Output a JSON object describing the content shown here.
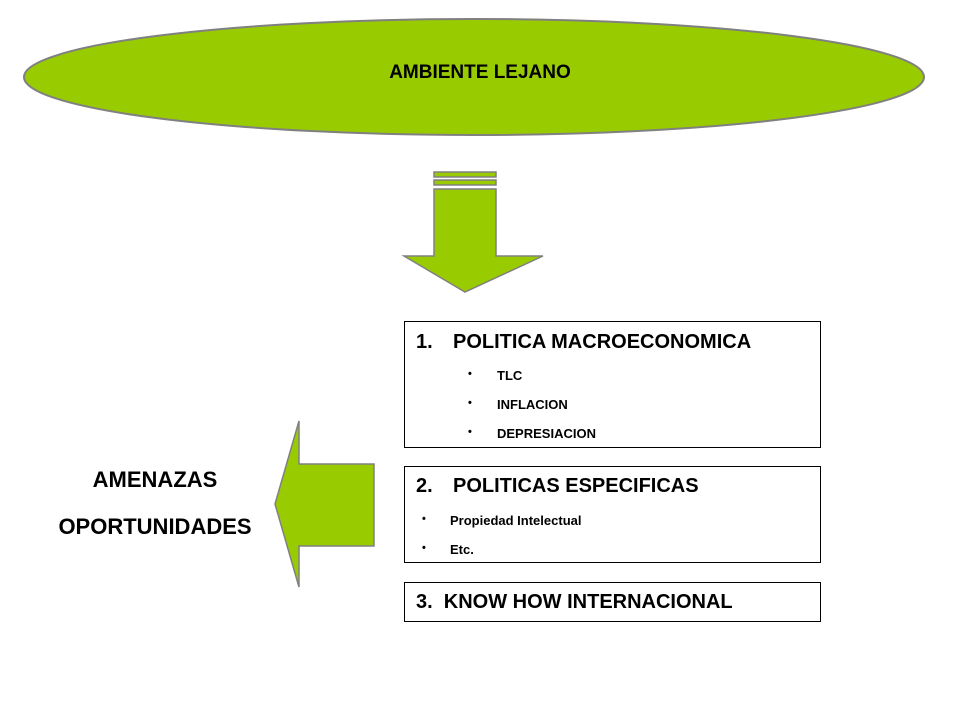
{
  "colors": {
    "accent_green": "#99CC00",
    "outline": "#808080",
    "box_border": "#000000"
  },
  "oval": {
    "title": "AMBIENTE LEJANO"
  },
  "outcomes": {
    "threats": "AMENAZAS",
    "opportunities": "OPORTUNIDADES"
  },
  "boxes": [
    {
      "number": "1.",
      "title": "POLITICA MACROECONOMICA",
      "bullet_glyph": "•",
      "items": [
        "TLC",
        "INFLACION",
        "DEPRESIACION"
      ]
    },
    {
      "number": "2.",
      "title": "POLITICAS ESPECIFICAS",
      "bullet_glyph": "•",
      "items": [
        "Propiedad Intelectual",
        "Etc."
      ]
    },
    {
      "title": "3.  KNOW HOW INTERNACIONAL"
    }
  ],
  "icons": {
    "down_arrow": "block-arrow-down-icon",
    "left_arrow": "block-arrow-left-icon"
  }
}
